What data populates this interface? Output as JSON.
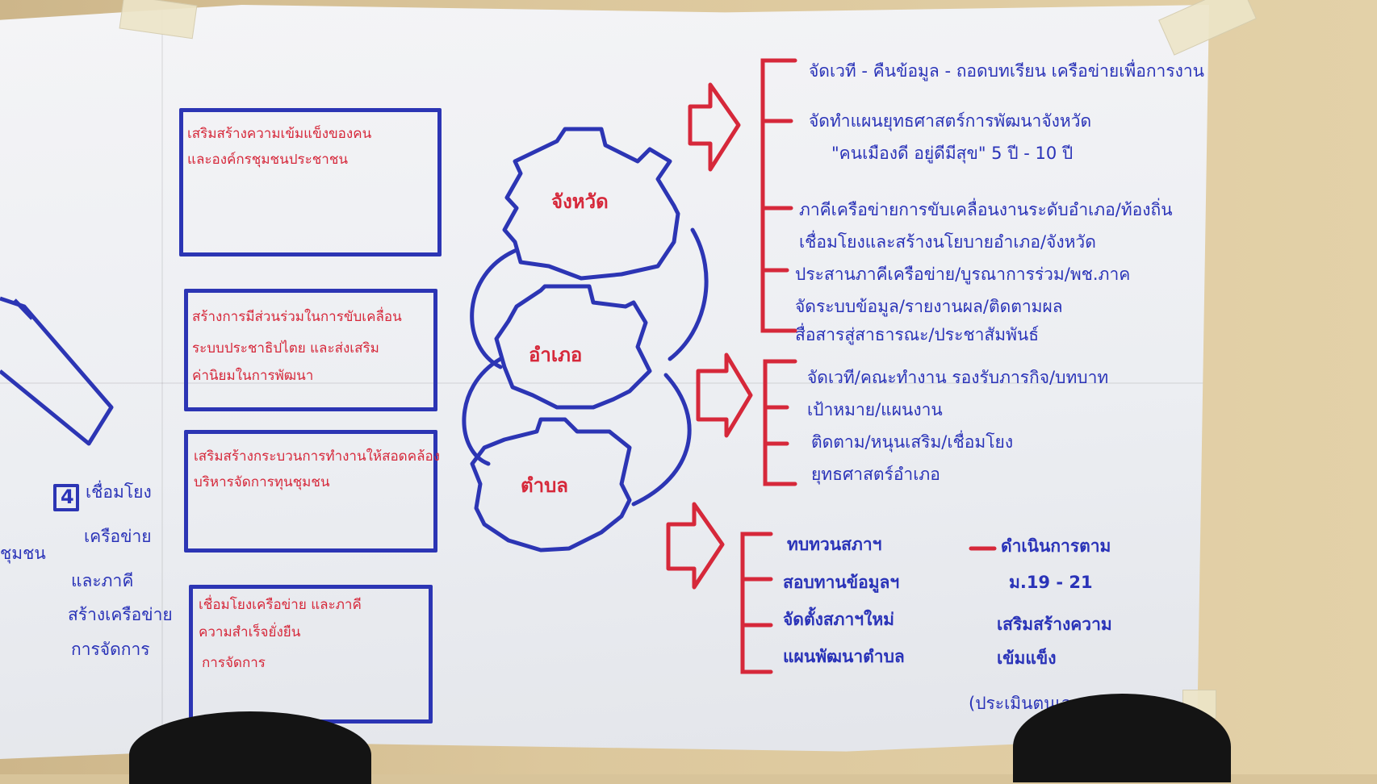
{
  "left_fragment": {
    "number_badge": "4",
    "lines": [
      "เชื่อมโยง",
      "เครือข่าย",
      "และภาคี",
      "ชุมชน",
      "สร้างเครือข่าย",
      "การจัดการ"
    ]
  },
  "boxes": [
    {
      "lines": [
        "เสริมสร้างความเข้มแข็งของคน",
        "และองค์กรชุมชนประชาชน"
      ]
    },
    {
      "lines": [
        "สร้างการมีส่วนร่วมในการขับเคลื่อน",
        "ระบบประชาธิปไตย และส่งเสริม",
        "ค่านิยมในการพัฒนา"
      ]
    },
    {
      "lines": [
        "เสริมสร้างกระบวนการทำงานให้สอดคล้อง",
        "บริหารจัดการทุนชุมชน"
      ]
    },
    {
      "lines": [
        "เชื่อมโยงเครือข่าย และภาคี",
        "ความสำเร็จยั่งยืน",
        "การจัดการ"
      ]
    }
  ],
  "gears": [
    {
      "label": "จังหวัด"
    },
    {
      "label": "อำเภอ"
    },
    {
      "label": "ตำบล"
    }
  ],
  "group1": [
    "จัดเวที - คืนข้อมูล - ถอดบทเรียน เครือข่ายเพื่อการงาน",
    "จัดทำแผนยุทธศาสตร์การพัฒนาจังหวัด",
    "\"คนเมืองดี อยู่ดีมีสุข\" 5 ปี - 10 ปี",
    "ภาคีเครือข่ายการขับเคลื่อนงานระดับอำเภอ/ท้องถิ่น",
    "เชื่อมโยงและสร้างนโยบายอำเภอ/จังหวัด",
    "ประสานภาคีเครือข่าย/บูรณาการร่วม/พช.ภาค",
    "จัดระบบข้อมูล/รายงานผล/ติดตามผล",
    "สื่อสารสู่สาธารณะ/ประชาสัมพันธ์"
  ],
  "group2": [
    "จัดเวที/คณะทำงาน รองรับภารกิจ/บทบาท",
    "เป้าหมาย/แผนงาน",
    "ติดตาม/หนุนเสริม/เชื่อมโยง",
    "ยุทธศาสตร์อำเภอ"
  ],
  "group3_left": [
    "ทบทวนสภาฯ",
    "สอบทานข้อมูลฯ",
    "จัดตั้งสภาฯใหม่",
    "แผนพัฒนาตำบล"
  ],
  "group3_right": [
    "ดำเนินการตาม",
    "ม.19 - 21",
    "เสริมสร้างความ",
    "เข้มแข็ง",
    "(ประเมินตนเอง"
  ],
  "colors": {
    "marker_blue": "#2c35b4",
    "marker_red": "#d6283a"
  }
}
